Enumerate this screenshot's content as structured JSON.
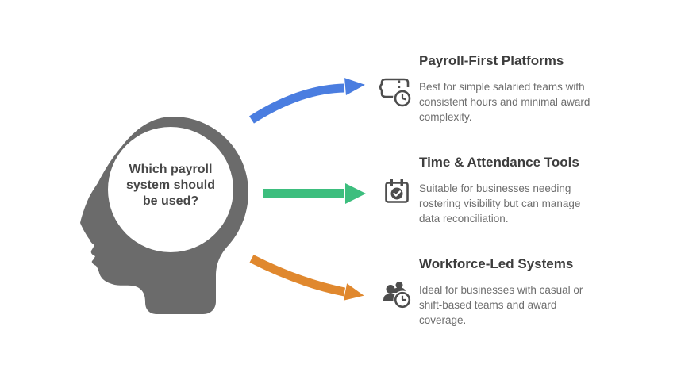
{
  "question": {
    "full_text": "Which payroll system should be used?",
    "lines": [
      "Which payroll",
      "system should",
      "be used?"
    ]
  },
  "sections": [
    {
      "heading": "Payroll-First Platforms",
      "icon": "ticket-clock-icon",
      "desc_lines": [
        "Best for simple salaried teams with",
        "consistent hours and minimal award",
        "complexity."
      ]
    },
    {
      "heading": "Time & Attendance Tools",
      "icon": "calendar-check-icon",
      "desc_lines": [
        "Suitable for businesses needing",
        "rostering visibility but can manage",
        "data reconciliation."
      ]
    },
    {
      "heading": "Workforce-Led Systems",
      "icon": "team-clock-icon",
      "desc_lines": [
        "Ideal for businesses with casual or",
        "shift-based teams and award",
        "coverage."
      ]
    }
  ],
  "connectors": [
    {
      "shape": "curved-up",
      "color": "#4a7de0",
      "points_to": "Payroll-First Platforms"
    },
    {
      "shape": "straight",
      "color": "#3dbe7e",
      "points_to": "Time & Attendance Tools"
    },
    {
      "shape": "curved-down",
      "color": "#e0882e",
      "points_to": "Workforce-Led Systems"
    }
  ],
  "colors": {
    "background": "#ffffff",
    "head-gray": "#6b6b6b",
    "question-text": "#474747",
    "heading-text": "#3d3d3d",
    "body-text": "#6e6e6e",
    "icon-dark": "#4d4d4d",
    "arrow-blue": "#4a7de0",
    "arrow-green": "#3dbe7e",
    "arrow-orange": "#e0882e"
  }
}
